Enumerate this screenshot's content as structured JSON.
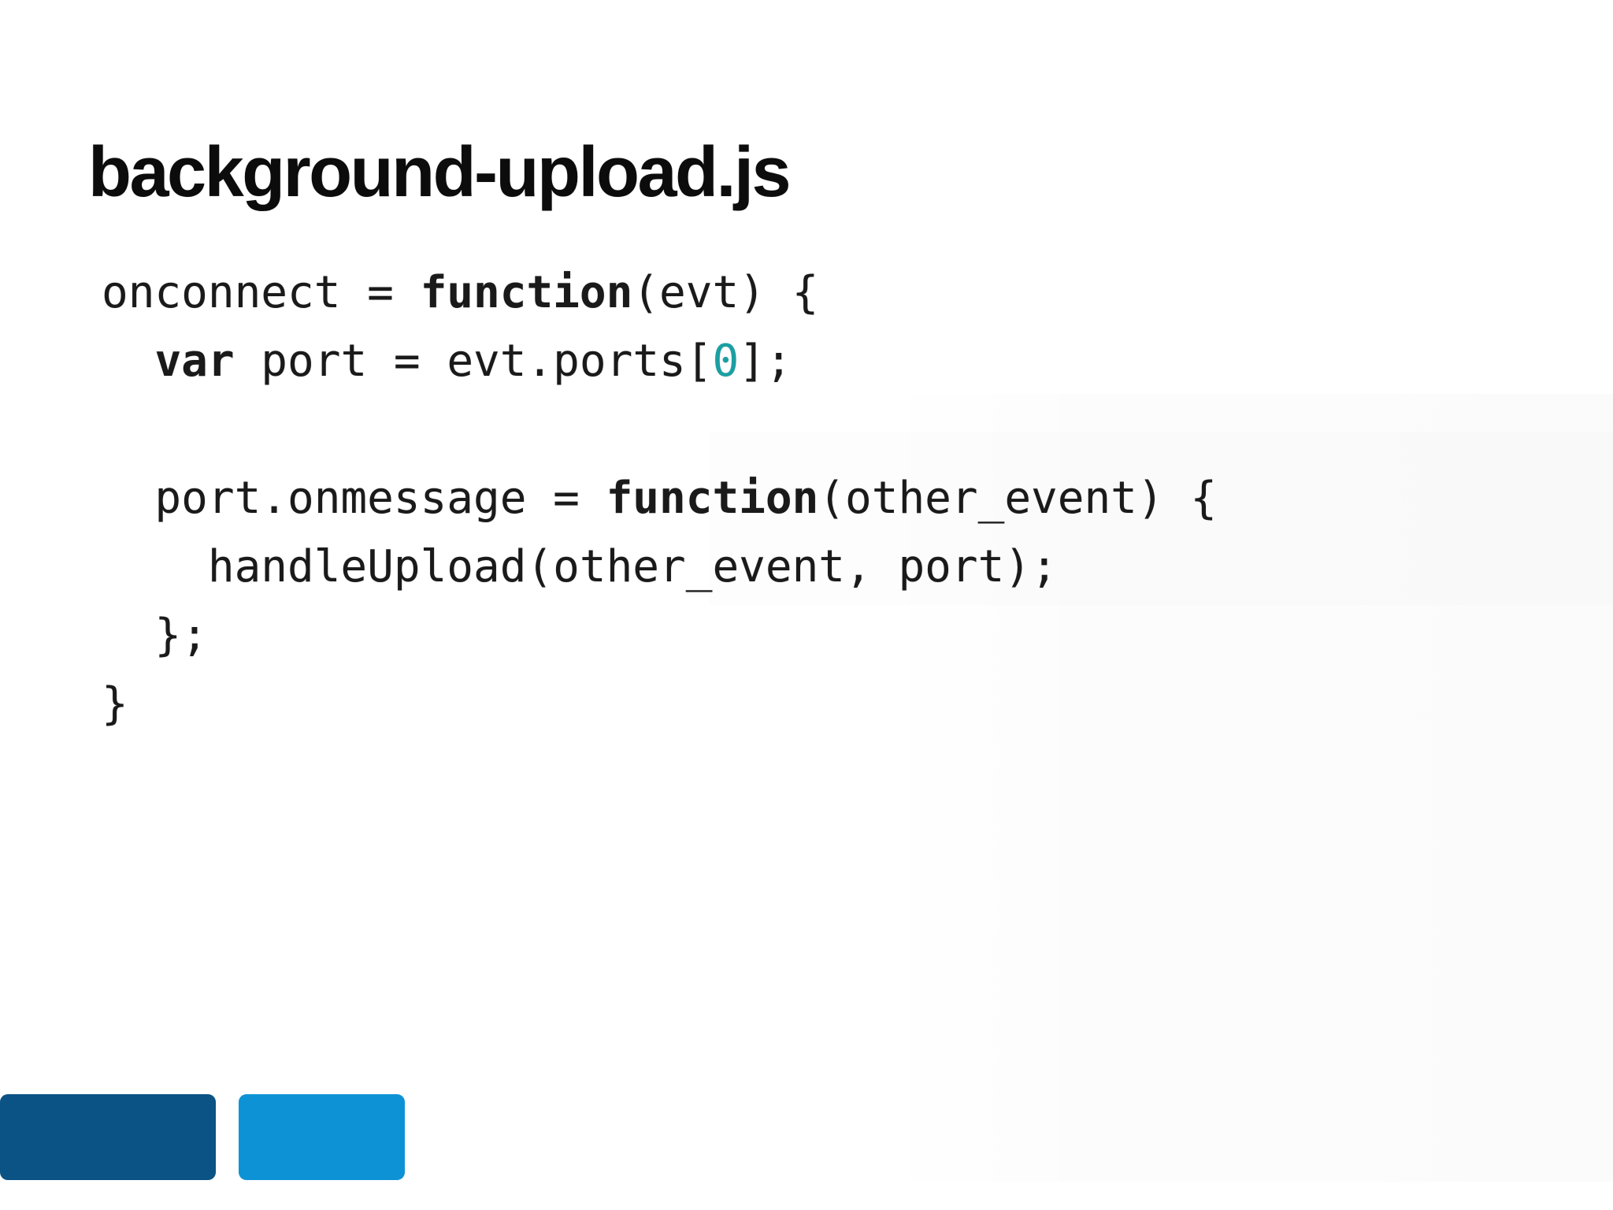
{
  "slide": {
    "title": "background-upload.js"
  },
  "code": {
    "lines": [
      {
        "segments": [
          {
            "t": "onconnect = ",
            "s": "plain"
          },
          {
            "t": "function",
            "s": "keyword"
          },
          {
            "t": "(evt) {",
            "s": "plain"
          }
        ]
      },
      {
        "segments": [
          {
            "t": "  ",
            "s": "plain"
          },
          {
            "t": "var",
            "s": "keyword"
          },
          {
            "t": " port = evt.ports[",
            "s": "plain"
          },
          {
            "t": "0",
            "s": "number"
          },
          {
            "t": "];",
            "s": "plain"
          }
        ]
      },
      {
        "segments": []
      },
      {
        "segments": [
          {
            "t": "  port.onmessage = ",
            "s": "plain"
          },
          {
            "t": "function",
            "s": "keyword"
          },
          {
            "t": "(other_event) {",
            "s": "plain"
          }
        ]
      },
      {
        "segments": [
          {
            "t": "    handleUpload(other_event, port);",
            "s": "plain"
          }
        ]
      },
      {
        "segments": [
          {
            "t": "  };",
            "s": "plain"
          }
        ]
      },
      {
        "segments": [
          {
            "t": "}",
            "s": "plain"
          }
        ]
      }
    ]
  },
  "colors": {
    "background": "#ffffff",
    "title_text": "#0c0c0c",
    "plain_text": "#1a1a1a",
    "number_teal": "#1a9fa2",
    "bar_dark_blue": "#0a5384",
    "bar_light_blue": "#0d93d5"
  }
}
